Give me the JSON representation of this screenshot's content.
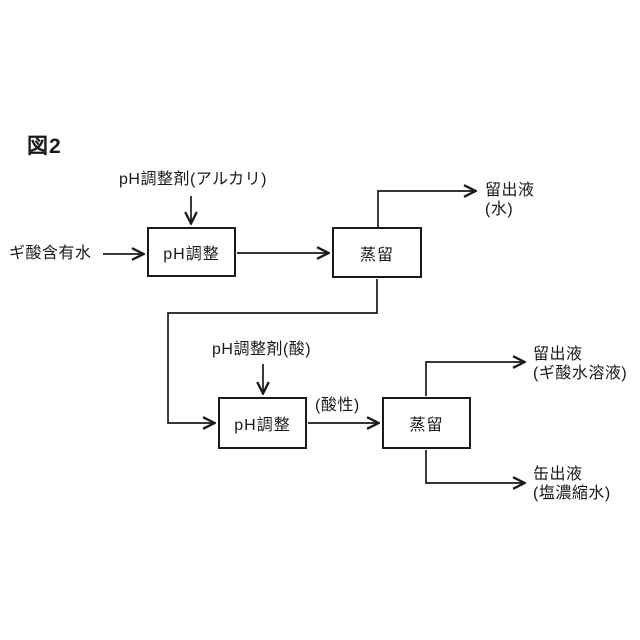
{
  "figure_title": "図2",
  "colors": {
    "ink": "#1a1a1a",
    "background": "#ffffff"
  },
  "nodes": {
    "ph_adjust_1": {
      "label": "pH調整"
    },
    "distill_1": {
      "label": "蒸留"
    },
    "ph_adjust_2": {
      "label": "pH調整"
    },
    "distill_2": {
      "label": "蒸留"
    }
  },
  "labels": {
    "feed": "ギ酸含有水",
    "agent_alkali": "pH調整剤(アルカリ)",
    "distillate_1": {
      "line1": "留出液",
      "line2": "(水)"
    },
    "agent_acid": "pH調整剤(酸)",
    "acidity": "(酸性)",
    "distillate_2": {
      "line1": "留出液",
      "line2": "(ギ酸水溶液)"
    },
    "bottoms": {
      "line1": "缶出液",
      "line2": "(塩濃縮水)"
    }
  }
}
